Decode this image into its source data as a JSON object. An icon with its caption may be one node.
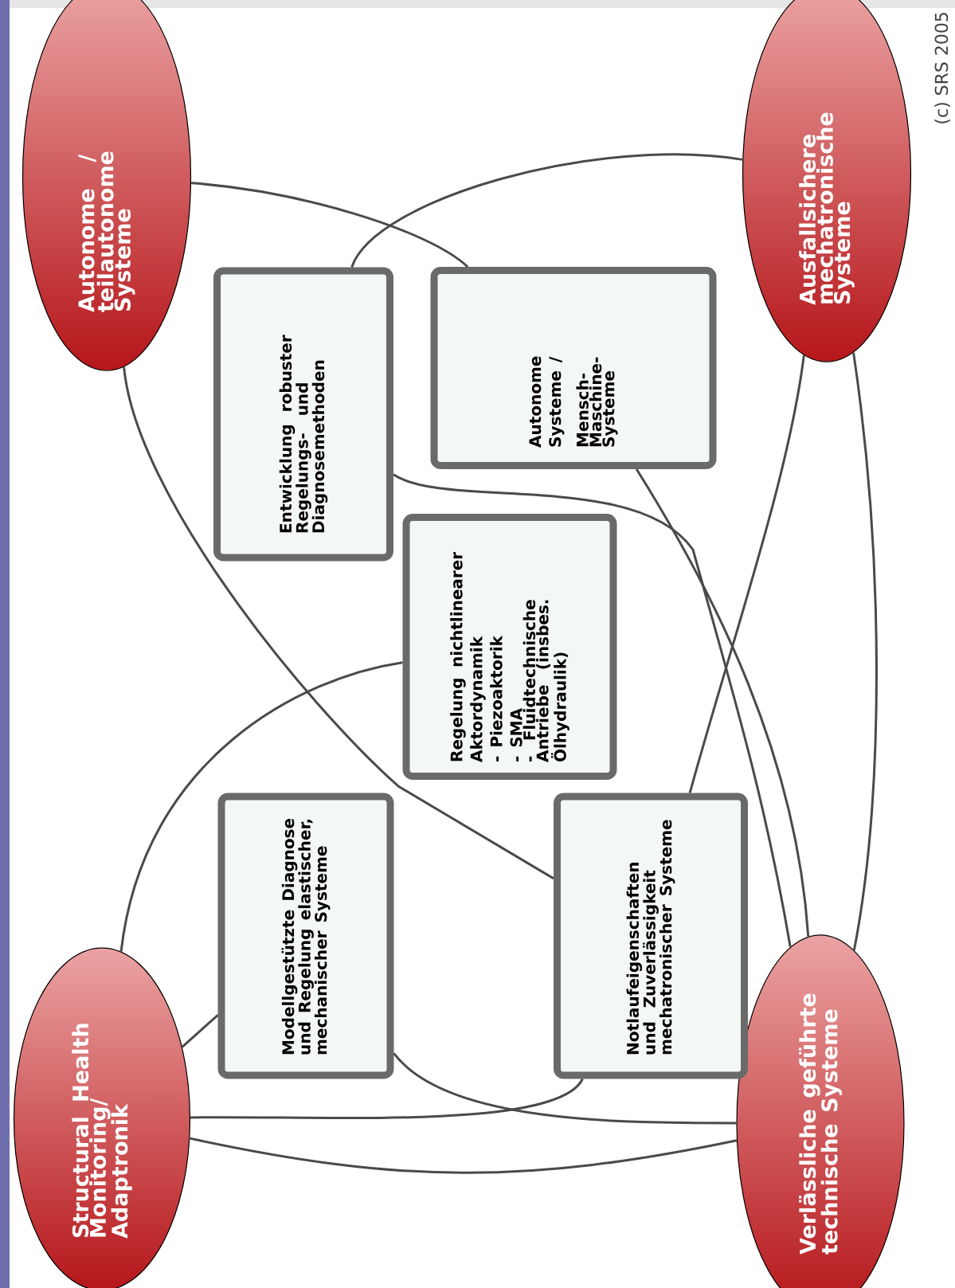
{
  "diagram": {
    "nodes": [
      {
        "text": [
          "Autonome / teilautonome Systeme"
        ]
      },
      {
        "text": [
          "Ausfallsichere mechatronische Systeme"
        ]
      },
      {
        "text": [
          "Structural Health Monitoring/ Adaptronik"
        ]
      },
      {
        "text": [
          "Verlässliche geführte technische Systeme"
        ]
      },
      {
        "text": [
          "Entwicklung robuster Regelungs- und Diagnosemethoden"
        ]
      },
      {
        "text": [
          "Autonome Systeme /",
          "Mensch-Maschine-Systeme"
        ]
      },
      {
        "text": [
          "Regelung nichtlinearer Aktordynamik",
          "- Piezoaktorik",
          "- SMA",
          "- Fluidtechnische Antriebe (insbes. Ölhydraulik)"
        ]
      },
      {
        "text": [
          "Modellgestützte Diagnose und Regelung elastischer, mechanischer Systeme"
        ]
      },
      {
        "text": [
          "Notlaufeigenschaften und Zuverlässigkeit mechatronischer Systeme"
        ]
      }
    ],
    "edges": [
      {
        "from": 0,
        "to": 5,
        "arrow": "none"
      },
      {
        "from": 0,
        "to": 8,
        "arrow": "none"
      },
      {
        "from": 4,
        "to": 1,
        "arrow": "none"
      },
      {
        "from": 4,
        "to": 3,
        "arrow": "none"
      },
      {
        "from": 5,
        "to": 3,
        "arrow": "none"
      },
      {
        "from": 1,
        "to": 3,
        "arrow": "none"
      },
      {
        "from": 8,
        "to": 1,
        "arrow": "none"
      },
      {
        "from": 2,
        "to": 6,
        "arrow": "none"
      },
      {
        "from": 2,
        "to": 7,
        "arrow": "none"
      },
      {
        "from": 2,
        "to": 3,
        "arrow": "none"
      },
      {
        "from": 7,
        "to": 3,
        "arrow": "none"
      },
      {
        "from": 8,
        "to": 2,
        "arrow": "none"
      }
    ],
    "labels": [
      "(c) SRS 2005"
    ]
  }
}
